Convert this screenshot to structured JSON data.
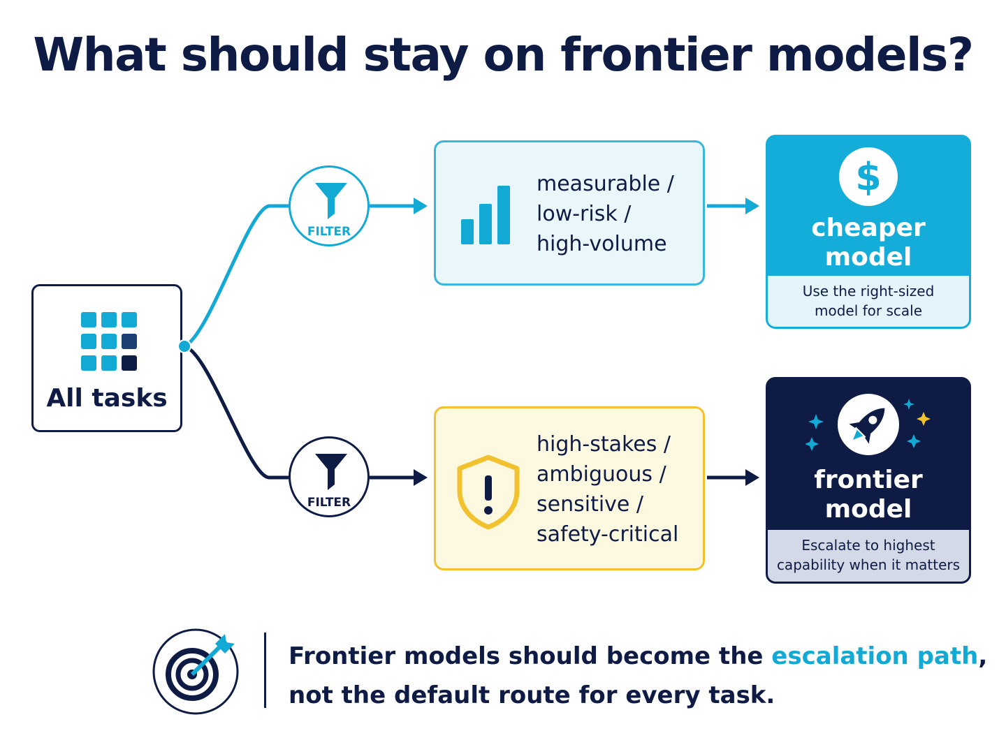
{
  "title": "What should stay on frontier models?",
  "source": {
    "label": "All tasks",
    "icon": "grid-icon"
  },
  "branches": [
    {
      "filter_label": "FILTER",
      "filter_icon": "funnel-icon",
      "filter_color": "#12a9d4",
      "criteria_icon": "bar-chart-icon",
      "criteria": [
        "measurable /",
        "low-risk /",
        "high-volume"
      ],
      "model_icon": "dollar-icon",
      "model_title": [
        "cheaper",
        "model"
      ],
      "model_note": [
        "Use the right-sized",
        "model for scale"
      ],
      "accent": "#14acd8"
    },
    {
      "filter_label": "FILTER",
      "filter_icon": "funnel-icon",
      "filter_color": "#0d1b45",
      "criteria_icon": "warning-shield-icon",
      "criteria": [
        "high-stakes /",
        "ambiguous /",
        "sensitive /",
        "safety-critical"
      ],
      "model_icon": "rocket-icon",
      "model_title": [
        "frontier",
        "model"
      ],
      "model_note": [
        "Escalate to highest",
        "capability when it matters"
      ],
      "accent": "#0d1b45"
    }
  ],
  "takeaway": {
    "icon": "target-icon",
    "line1_before": "Frontier models should become the ",
    "line1_highlight": "escalation path",
    "line1_after": ",",
    "line2": "not the default route for every task."
  },
  "colors": {
    "navy": "#0d1b45",
    "cyan": "#12a9d4",
    "yellow": "#f2c12e",
    "light_cyan": "#e9f7fb",
    "light_yellow": "#fdf8e0"
  }
}
